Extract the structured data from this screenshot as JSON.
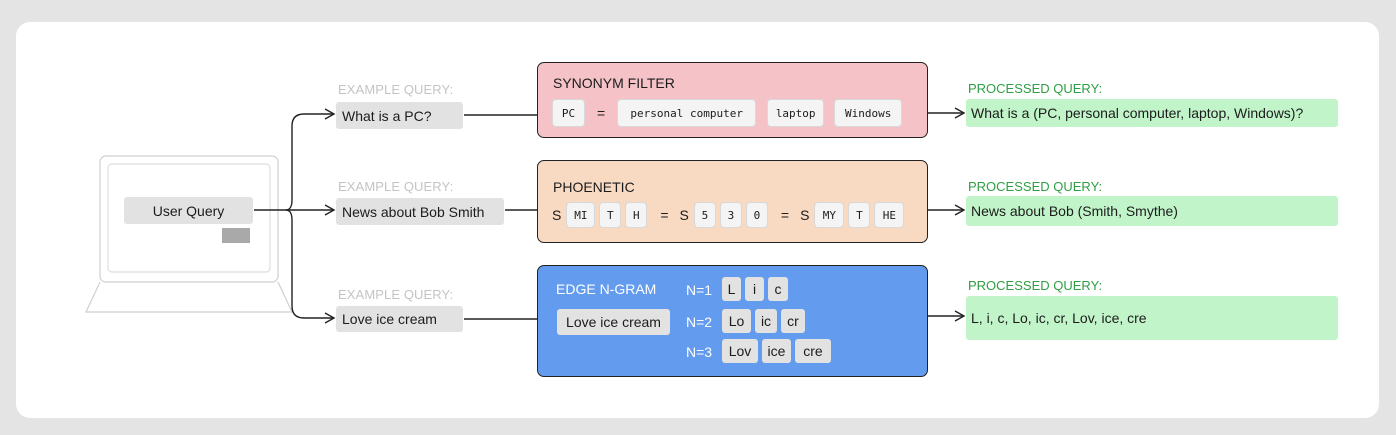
{
  "user_query_label": "User Query",
  "example_label": "EXAMPLE QUERY:",
  "processed_label": "PROCESSED QUERY:",
  "synonym": {
    "query": "What is a PC?",
    "title": "SYNONYM FILTER",
    "term": "PC",
    "equals": "=",
    "synonyms": [
      "personal computer",
      "laptop",
      "Windows"
    ],
    "result": "What is a (PC, personal computer, laptop, Windows)?"
  },
  "phonetic": {
    "query": "News about Bob Smith",
    "title": "PHOENETIC",
    "equals": "=",
    "first_letter": "S",
    "word_a": [
      "MI",
      "T",
      "H"
    ],
    "code": [
      "5",
      "3",
      "0"
    ],
    "word_b": [
      "MY",
      "T",
      "HE"
    ],
    "result": "News about Bob (Smith, Smythe)"
  },
  "ngram": {
    "query": "Love ice cream",
    "title": "EDGE N-GRAM",
    "input": "Love ice cream",
    "rows": [
      {
        "label": "N=1",
        "tokens": [
          "L",
          "i",
          "c"
        ]
      },
      {
        "label": "N=2",
        "tokens": [
          "Lo",
          "ic",
          "cr"
        ]
      },
      {
        "label": "N=3",
        "tokens": [
          "Lov",
          "ice",
          "cre"
        ]
      }
    ],
    "result": "L, i, c, Lo, ic, cr, Lov, ice, cre"
  },
  "colors": {
    "synonym_bg": "#f5c2c7",
    "phonetic_bg": "#f8d9c2",
    "ngram_bg": "#639bef",
    "result_bg": "#c1f5c9",
    "processed_text": "#2f9e44"
  }
}
